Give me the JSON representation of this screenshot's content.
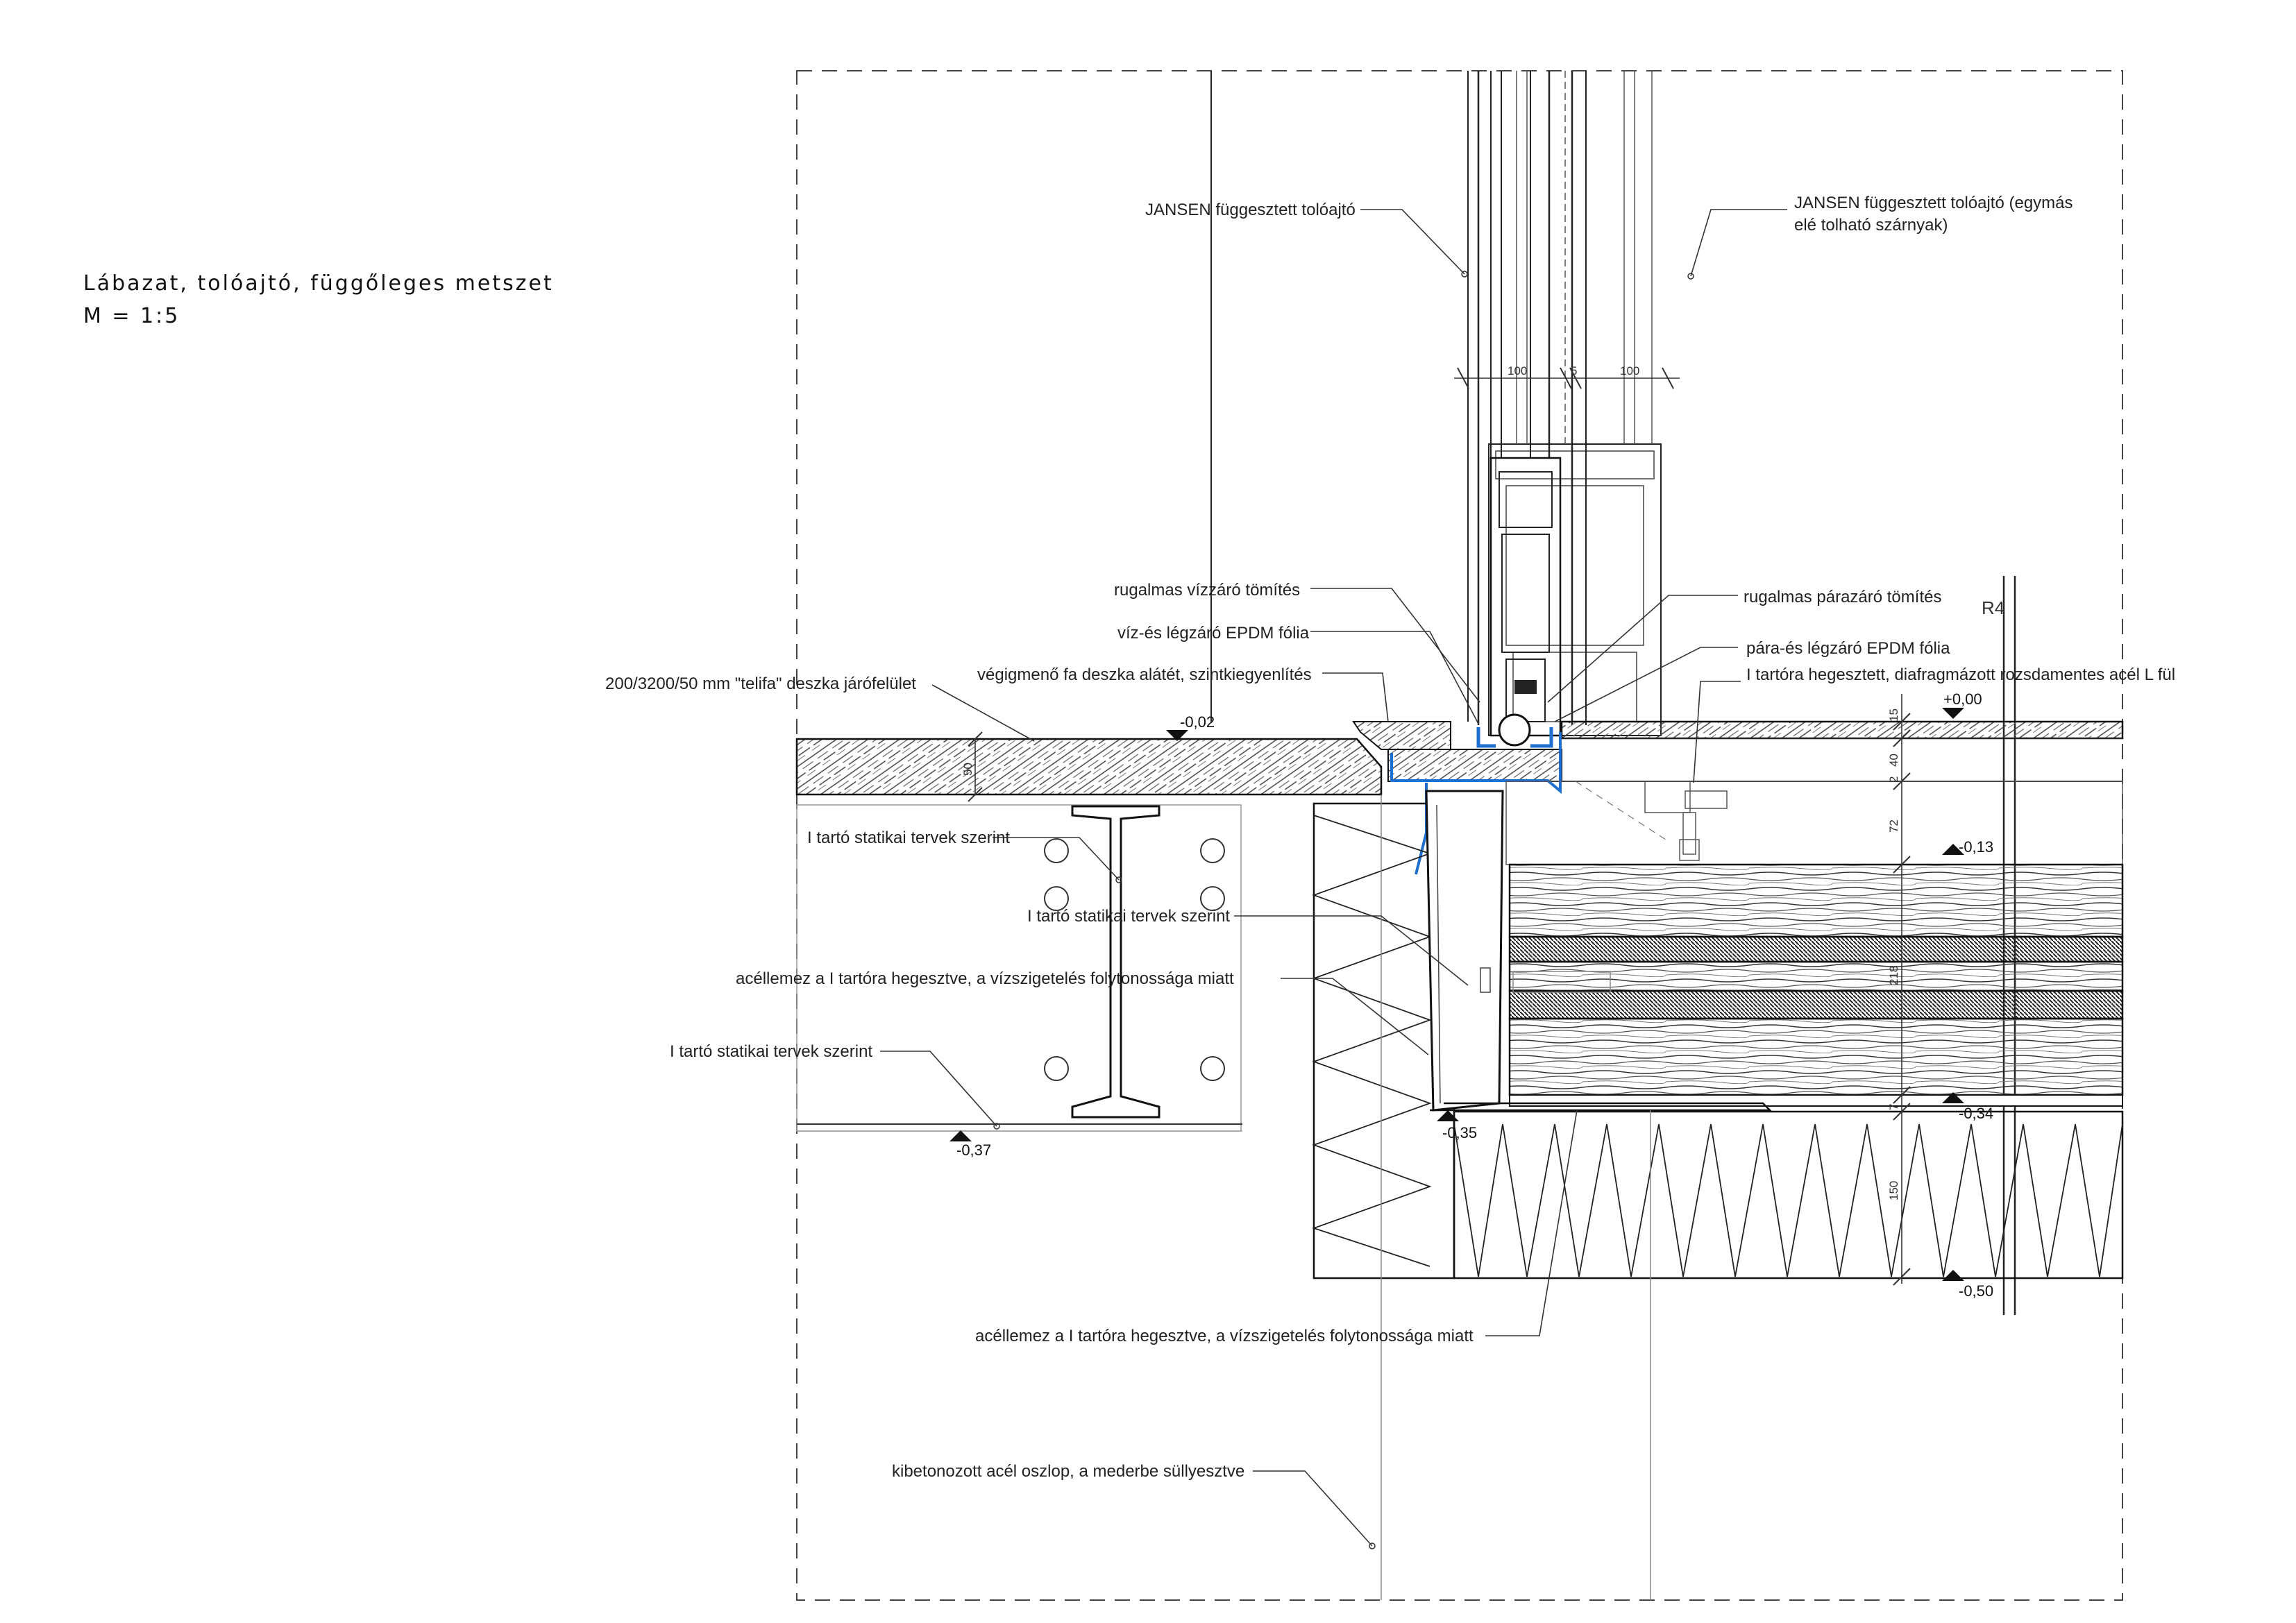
{
  "drawing": {
    "title": "Lábazat, tolóajtó, függőleges metszet",
    "scale": "M = 1:5",
    "grid_axis": "R4"
  },
  "labels": {
    "jansen_door": "JANSEN függesztett tolóajtó",
    "jansen_door_sliding_line1": "JANSEN függesztett tolóajtó (egymás",
    "jansen_door_sliding_line2": "elé tolható szárnyak)",
    "water_seal": "rugalmas vízzáró tömítés",
    "water_air_epdm": "víz-és légzáró EPDM fólia",
    "wood_shim": "végigmenő fa deszka alátét, szintkiegyenlítés",
    "deck_board": "200/3200/50 mm \"telifa\" deszka járófelület",
    "vapour_seal": "rugalmas párazáró tömítés",
    "vapour_air_epdm": "pára-és légzáró EPDM fólia",
    "steel_l_tab": "I tartóra hegesztett, diafragmázott rozsdamentes acél L fül",
    "i_beam_1": "I tartó statikai tervek szerint",
    "i_beam_2": "I tartó statikai tervek szerint",
    "steel_plate_1": "acéllemez a I tartóra hegesztve, a vízszigetelés folytonossága miatt",
    "i_beam_3": "I tartó statikai tervek szerint",
    "steel_plate_2": "acéllemez a I tartóra hegesztve, a vízszigetelés folytonossága miatt",
    "steel_column": "kibetonozott acél oszlop, a mederbe süllyesztve"
  },
  "levels": {
    "deck": "-0,02",
    "floor": "+0,00",
    "l013": "-0,13",
    "l034": "-0,34",
    "l035": "-0,35",
    "l037": "-0,37",
    "l050": "-0,50"
  },
  "dimensions": {
    "frame_a": "100",
    "gap": "5",
    "frame_b": "100",
    "board": "50",
    "d15": "15",
    "d40": "40",
    "d2": "2",
    "d72": "72",
    "d218": "218",
    "d7": "7",
    "d150": "150"
  },
  "colors": {
    "membrane": "#1f6fd1",
    "line": "#222222"
  }
}
